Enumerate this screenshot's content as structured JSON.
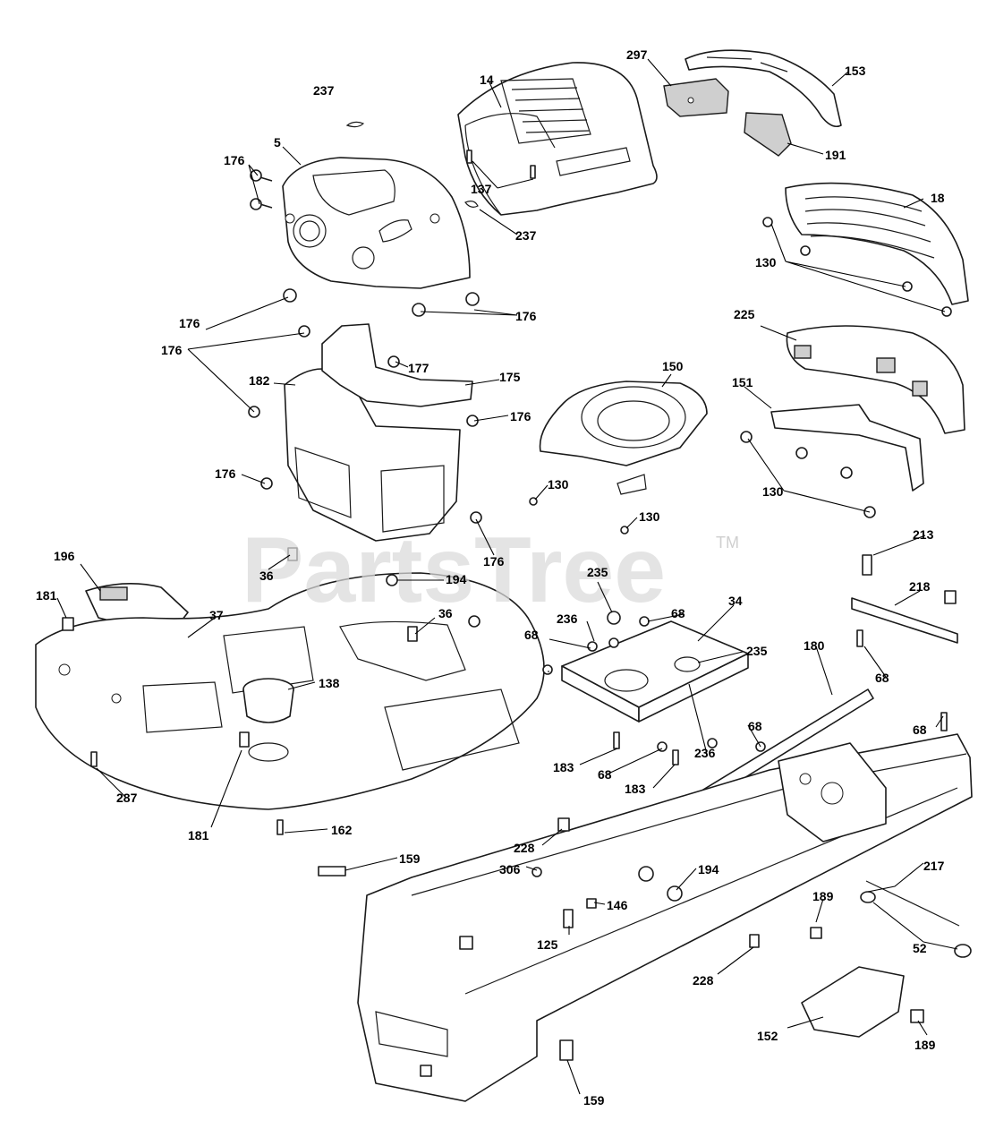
{
  "watermark": {
    "text": "PartsTree",
    "trademark": "TM"
  },
  "callouts": [
    {
      "id": "c237a",
      "label": "237"
    },
    {
      "id": "c14",
      "label": "14"
    },
    {
      "id": "c297",
      "label": "297"
    },
    {
      "id": "c153",
      "label": "153"
    },
    {
      "id": "c5",
      "label": "5"
    },
    {
      "id": "c176a",
      "label": "176"
    },
    {
      "id": "c137",
      "label": "137"
    },
    {
      "id": "c237b",
      "label": "237"
    },
    {
      "id": "c191",
      "label": "191"
    },
    {
      "id": "c18",
      "label": "18"
    },
    {
      "id": "c130a",
      "label": "130"
    },
    {
      "id": "c176b",
      "label": "176"
    },
    {
      "id": "c176c",
      "label": "176"
    },
    {
      "id": "c225",
      "label": "225"
    },
    {
      "id": "c176d",
      "label": "176"
    },
    {
      "id": "c177",
      "label": "177"
    },
    {
      "id": "c182",
      "label": "182"
    },
    {
      "id": "c175",
      "label": "175"
    },
    {
      "id": "c150",
      "label": "150"
    },
    {
      "id": "c151",
      "label": "151"
    },
    {
      "id": "c176e",
      "label": "176"
    },
    {
      "id": "c176f",
      "label": "176"
    },
    {
      "id": "c130b",
      "label": "130"
    },
    {
      "id": "c130c",
      "label": "130"
    },
    {
      "id": "c130d",
      "label": "130"
    },
    {
      "id": "c176g",
      "label": "176"
    },
    {
      "id": "c196",
      "label": "196"
    },
    {
      "id": "c36a",
      "label": "36"
    },
    {
      "id": "c194a",
      "label": "194"
    },
    {
      "id": "c235a",
      "label": "235"
    },
    {
      "id": "c213",
      "label": "213"
    },
    {
      "id": "c181a",
      "label": "181"
    },
    {
      "id": "c37",
      "label": "37"
    },
    {
      "id": "c36b",
      "label": "36"
    },
    {
      "id": "c236a",
      "label": "236"
    },
    {
      "id": "c68a",
      "label": "68"
    },
    {
      "id": "c34",
      "label": "34"
    },
    {
      "id": "c218",
      "label": "218"
    },
    {
      "id": "c68b",
      "label": "68"
    },
    {
      "id": "c235b",
      "label": "235"
    },
    {
      "id": "c180",
      "label": "180"
    },
    {
      "id": "c138",
      "label": "138"
    },
    {
      "id": "c68c",
      "label": "68"
    },
    {
      "id": "c68d",
      "label": "68"
    },
    {
      "id": "c68e",
      "label": "68"
    },
    {
      "id": "c236b",
      "label": "236"
    },
    {
      "id": "c183a",
      "label": "183"
    },
    {
      "id": "c68f",
      "label": "68"
    },
    {
      "id": "c183b",
      "label": "183"
    },
    {
      "id": "c287",
      "label": "287"
    },
    {
      "id": "c181b",
      "label": "181"
    },
    {
      "id": "c162",
      "label": "162"
    },
    {
      "id": "c228a",
      "label": "228"
    },
    {
      "id": "c159a",
      "label": "159"
    },
    {
      "id": "c306",
      "label": "306"
    },
    {
      "id": "c194b",
      "label": "194"
    },
    {
      "id": "c217",
      "label": "217"
    },
    {
      "id": "c146",
      "label": "146"
    },
    {
      "id": "c189a",
      "label": "189"
    },
    {
      "id": "c125",
      "label": "125"
    },
    {
      "id": "c52",
      "label": "52"
    },
    {
      "id": "c228b",
      "label": "228"
    },
    {
      "id": "c152",
      "label": "152"
    },
    {
      "id": "c189b",
      "label": "189"
    },
    {
      "id": "c159b",
      "label": "159"
    }
  ]
}
